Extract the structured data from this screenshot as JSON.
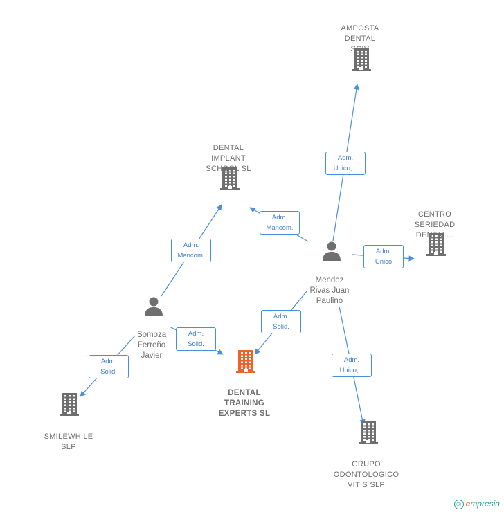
{
  "colors": {
    "edge": "#4a8fd9",
    "company": "#6f6f6f",
    "focus": "#f0602a",
    "person": "#6f6f6f"
  },
  "nodes": [
    {
      "id": "amposta",
      "kind": "company",
      "lines": [
        "AMPOSTA",
        "DENTAL",
        "SCIV"
      ]
    },
    {
      "id": "implant",
      "kind": "company",
      "lines": [
        "DENTAL",
        "IMPLANT",
        "SCHOOL  SL"
      ]
    },
    {
      "id": "centro",
      "kind": "company",
      "lines": [
        "CENTRO",
        "SERIEDAD",
        "DENTAL..."
      ]
    },
    {
      "id": "mendez",
      "kind": "person",
      "lines": [
        "Mendez",
        "Rivas Juan",
        "Paulino"
      ]
    },
    {
      "id": "somoza",
      "kind": "person",
      "lines": [
        "Somoza",
        "Ferreño",
        "Javier"
      ]
    },
    {
      "id": "training",
      "kind": "focus",
      "lines": [
        "DENTAL",
        "TRAINING",
        "EXPERTS  SL"
      ]
    },
    {
      "id": "smilewhile",
      "kind": "company",
      "lines": [
        "SMILEWHILE",
        "SLP"
      ]
    },
    {
      "id": "grupo",
      "kind": "company",
      "lines": [
        "GRUPO",
        "ODONTOLOGICO",
        "VITIS  SLP"
      ]
    }
  ],
  "roles": [
    {
      "id": "r1",
      "lines": [
        "Adm.",
        "Unico,..."
      ]
    },
    {
      "id": "r2",
      "lines": [
        "Adm.",
        "Mancom."
      ]
    },
    {
      "id": "r3",
      "lines": [
        "Adm.",
        "Unico"
      ]
    },
    {
      "id": "r4",
      "lines": [
        "Adm.",
        "Solid."
      ]
    },
    {
      "id": "r5",
      "lines": [
        "Adm.",
        "Unico,..."
      ]
    },
    {
      "id": "r6",
      "lines": [
        "Adm.",
        "Mancom."
      ]
    },
    {
      "id": "r7",
      "lines": [
        "Adm.",
        "Solid."
      ]
    },
    {
      "id": "r8",
      "lines": [
        "Adm.",
        "Solid."
      ]
    }
  ],
  "footer": {
    "copyright": "©",
    "brand_first": "e",
    "brand_rest": "mpresia"
  }
}
